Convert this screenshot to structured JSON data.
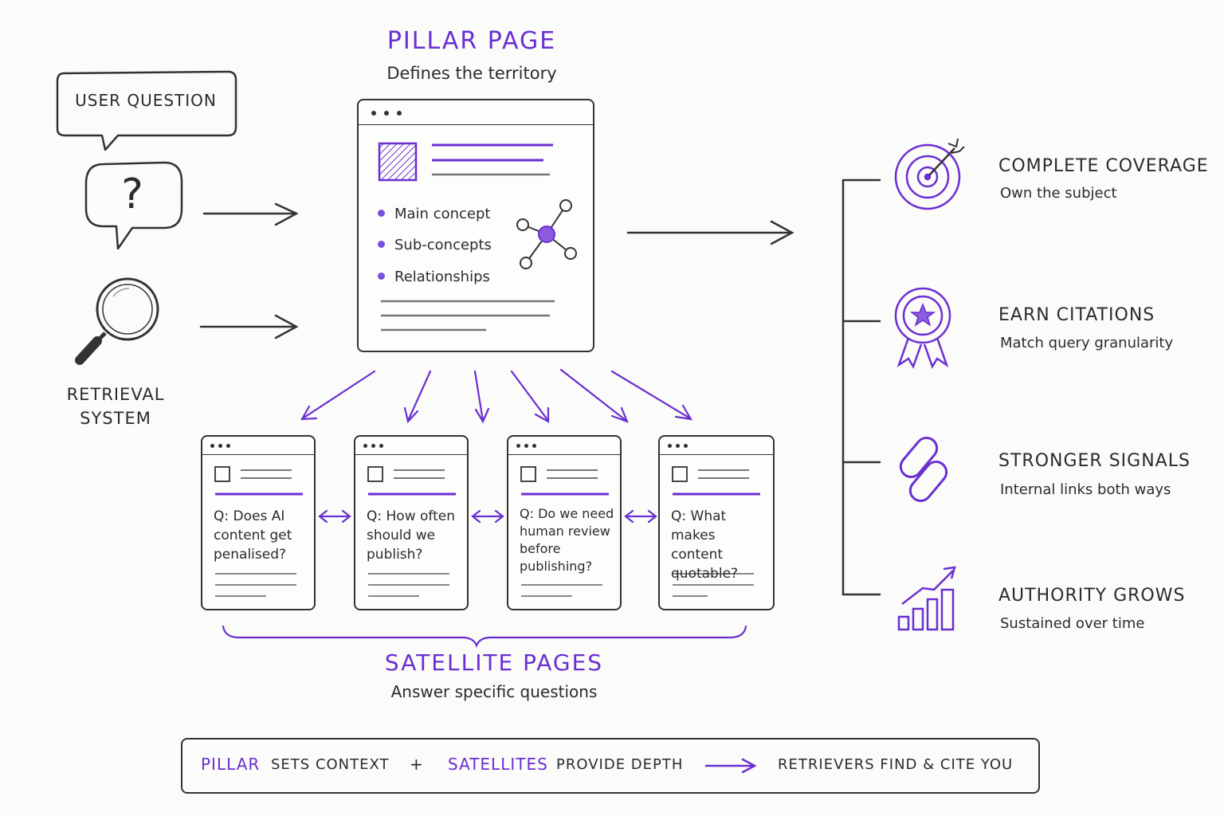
{
  "pillar": {
    "title": "PILLAR PAGE",
    "subtitle": "Defines the territory",
    "bullets": [
      "Main concept",
      "Sub-concepts",
      "Relationships"
    ]
  },
  "inputs": {
    "user_question": "USER QUESTION",
    "question_mark": "?",
    "retrieval_system": "RETRIEVAL SYSTEM"
  },
  "satellites": {
    "title": "SATELLITE PAGES",
    "subtitle": "Answer specific questions",
    "pages": [
      {
        "question": "Q: Does AI content get penalised?"
      },
      {
        "question": "Q: How often should we publish?"
      },
      {
        "question": "Q: Do we need human review before publishing?"
      },
      {
        "question": "Q: What makes content quotable?"
      }
    ]
  },
  "benefits": [
    {
      "title": "COMPLETE COVERAGE",
      "subtitle": "Own the subject",
      "icon": "target-icon"
    },
    {
      "title": "EARN CITATIONS",
      "subtitle": "Match query granularity",
      "icon": "award-ribbon-icon"
    },
    {
      "title": "STRONGER SIGNALS",
      "subtitle": "Internal links both ways",
      "icon": "link-icon"
    },
    {
      "title": "AUTHORITY GROWS",
      "subtitle": "Sustained over time",
      "icon": "growth-chart-icon"
    }
  ],
  "summary": {
    "pillar_word": "PILLAR",
    "pillar_rest": "SETS CONTEXT",
    "plus": "+",
    "satellites_word": "SATELLITES",
    "satellites_rest": "PROVIDE DEPTH",
    "result": "RETRIEVERS FIND & CITE YOU"
  },
  "colors": {
    "accent": "#6a2fd1",
    "ink": "#2b2b2b",
    "background": "#fbfbfa"
  }
}
